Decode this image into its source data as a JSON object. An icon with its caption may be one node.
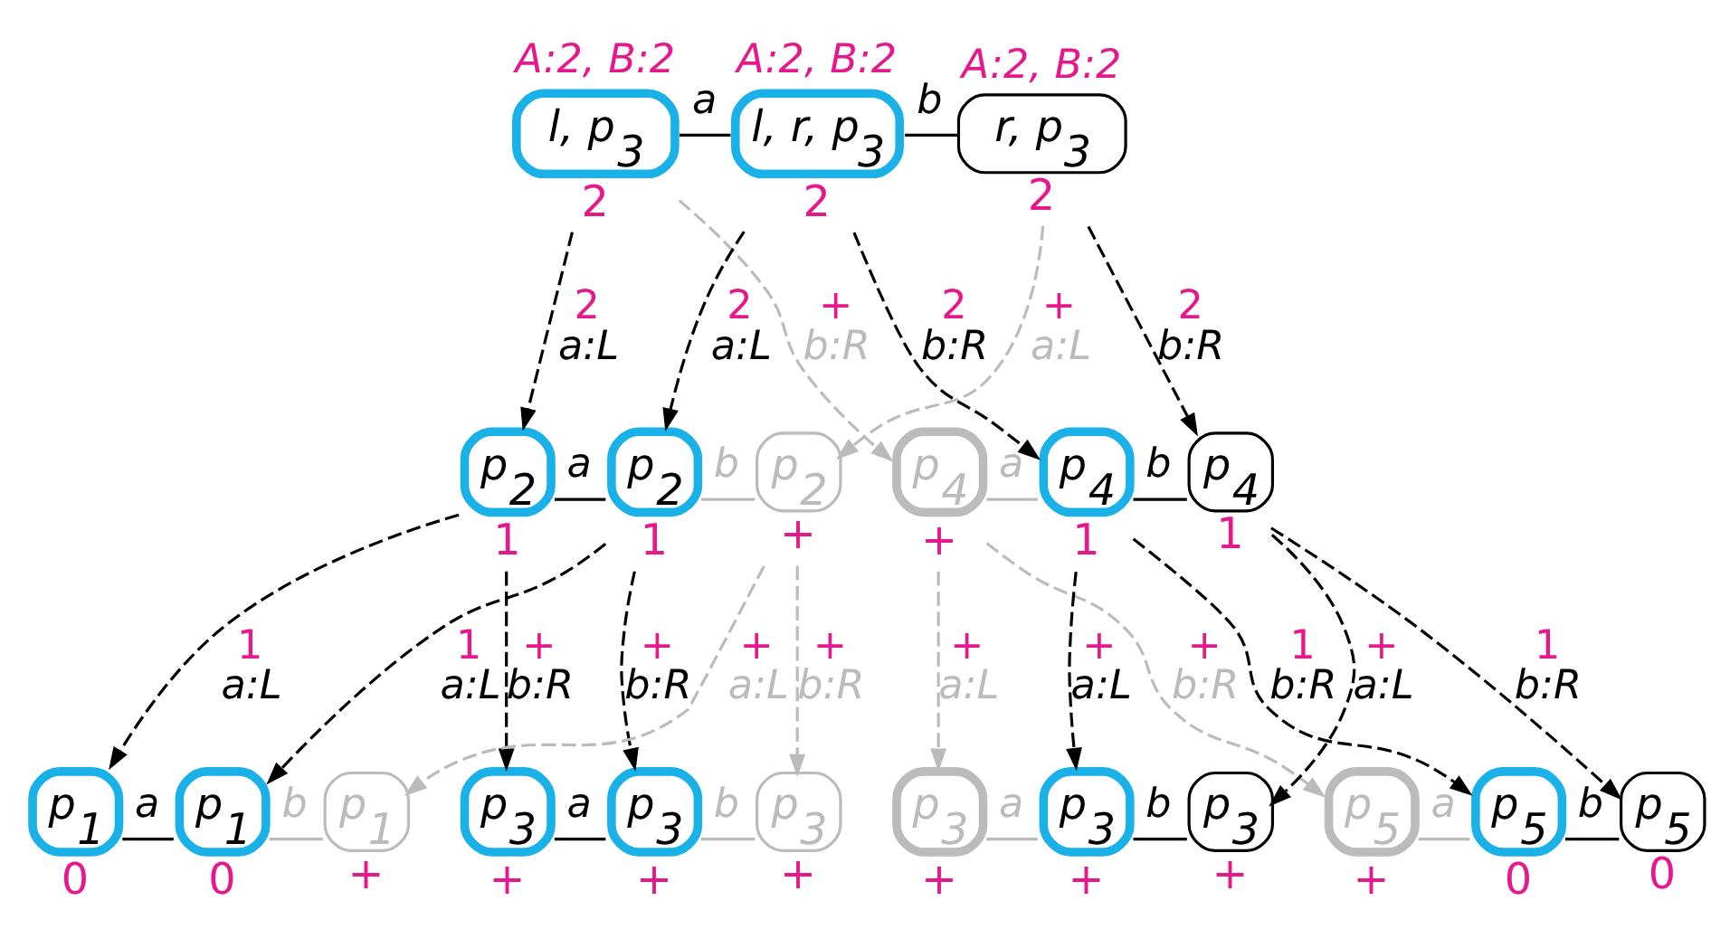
{
  "diagram": {
    "nodes": [
      {
        "text": [
          "l, p$_{3}$"
        ],
        "beside": [
          "A:2, B:2",
          "2"
        ]
      },
      {
        "text": [
          "l, r, p$_{3}$"
        ],
        "beside": [
          "A:2, B:2",
          "2"
        ]
      },
      {
        "text": [
          "r, p$_{3}$"
        ],
        "beside": [
          "A:2, B:2",
          "2"
        ]
      },
      {
        "text": [
          "p$_{2}$"
        ],
        "beside": [
          "1"
        ]
      },
      {
        "text": [
          "p$_{2}$"
        ],
        "beside": [
          "1"
        ]
      },
      {
        "text": [
          "p$_{2}$"
        ],
        "beside": [
          "+"
        ]
      },
      {
        "text": [
          "p$_{4}$"
        ],
        "beside": [
          "+"
        ]
      },
      {
        "text": [
          "p$_{4}$"
        ],
        "beside": [
          "1"
        ]
      },
      {
        "text": [
          "p$_{4}$"
        ],
        "beside": [
          "1"
        ]
      },
      {
        "text": [
          "p$_{1}$"
        ],
        "beside": [
          "0"
        ]
      },
      {
        "text": [
          "p$_{1}$"
        ],
        "beside": [
          "0"
        ]
      },
      {
        "text": [
          "p$_{1}$"
        ],
        "beside": [
          "+"
        ]
      },
      {
        "text": [
          "p$_{3}$"
        ],
        "beside": [
          "+"
        ]
      },
      {
        "text": [
          "p$_{3}$"
        ],
        "beside": [
          "+"
        ]
      },
      {
        "text": [
          "p$_{3}$"
        ],
        "beside": [
          "+"
        ]
      },
      {
        "text": [
          "p$_{3}$"
        ],
        "beside": [
          "+"
        ]
      },
      {
        "text": [
          "p$_{3}$"
        ],
        "beside": [
          "+"
        ]
      },
      {
        "text": [
          "p$_{3}$"
        ],
        "beside": [
          "+"
        ]
      },
      {
        "text": [
          "p$_{5}$"
        ],
        "beside": [
          "+"
        ]
      },
      {
        "text": [
          "p$_{5}$"
        ],
        "beside": [
          "0"
        ]
      },
      {
        "text": [
          "p$_{5}$"
        ],
        "beside": [
          "0"
        ]
      }
    ],
    "edges": [
      {
        "from": 0,
        "to": 1,
        "arrow": "none",
        "label": "a"
      },
      {
        "from": 1,
        "to": 2,
        "arrow": "none",
        "label": "b"
      },
      {
        "from": 0,
        "to": 3,
        "arrow": "to",
        "label": "2 a:L",
        "style": "dashed"
      },
      {
        "from": 1,
        "to": 4,
        "arrow": "to",
        "label": "2 a:L",
        "style": "dashed"
      },
      {
        "from": 2,
        "to": 5,
        "arrow": "to",
        "label": "+ a:L",
        "style": "dashed",
        "color": "#bbbbbb"
      },
      {
        "from": 0,
        "to": 6,
        "arrow": "to",
        "label": "+ b:R",
        "style": "dashed",
        "color": "#bbbbbb"
      },
      {
        "from": 1,
        "to": 7,
        "arrow": "to",
        "label": "2 b:R",
        "style": "dashed"
      },
      {
        "from": 2,
        "to": 8,
        "arrow": "to",
        "label": "2 b:R",
        "style": "dashed"
      },
      {
        "from": 3,
        "to": 4,
        "arrow": "none",
        "label": "a"
      },
      {
        "from": 4,
        "to": 5,
        "arrow": "none",
        "label": "b",
        "color": "#bbbbbb"
      },
      {
        "from": 6,
        "to": 7,
        "arrow": "none",
        "label": "a",
        "color": "#bbbbbb"
      },
      {
        "from": 7,
        "to": 8,
        "arrow": "none",
        "label": "b"
      },
      {
        "from": 3,
        "to": 9,
        "arrow": "to",
        "label": "1 a:L",
        "style": "dashed"
      },
      {
        "from": 3,
        "to": 12,
        "arrow": "to",
        "label": "+ b:R",
        "style": "dashed"
      },
      {
        "from": 4,
        "to": 10,
        "arrow": "to",
        "label": "1 a:L",
        "style": "dashed"
      },
      {
        "from": 4,
        "to": 13,
        "arrow": "to",
        "label": "+ b:R",
        "style": "dashed"
      },
      {
        "from": 5,
        "to": 11,
        "arrow": "to",
        "label": "+ a:L",
        "style": "dashed",
        "color": "#bbbbbb"
      },
      {
        "from": 5,
        "to": 14,
        "arrow": "to",
        "label": "+ b:R",
        "style": "dashed",
        "color": "#bbbbbb"
      },
      {
        "from": 6,
        "to": 15,
        "arrow": "to",
        "label": "+ a:L",
        "style": "dashed",
        "color": "#bbbbbb"
      },
      {
        "from": 6,
        "to": 18,
        "arrow": "to",
        "label": "+ b:R",
        "style": "dashed",
        "color": "#bbbbbb"
      },
      {
        "from": 7,
        "to": 16,
        "arrow": "to",
        "label": "+ a:L",
        "style": "dashed"
      },
      {
        "from": 7,
        "to": 19,
        "arrow": "to",
        "label": "1 b:R",
        "style": "dashed"
      },
      {
        "from": 8,
        "to": 17,
        "arrow": "to",
        "label": "+ a:L",
        "style": "dashed"
      },
      {
        "from": 8,
        "to": 20,
        "arrow": "to",
        "label": "1 b:R",
        "style": "dashed"
      },
      {
        "from": 9,
        "to": 10,
        "arrow": "none",
        "label": "a"
      },
      {
        "from": 10,
        "to": 11,
        "arrow": "none",
        "label": "b",
        "color": "#bbbbbb"
      },
      {
        "from": 12,
        "to": 13,
        "arrow": "none",
        "label": "a"
      },
      {
        "from": 13,
        "to": 14,
        "arrow": "none",
        "label": "b",
        "color": "#bbbbbb"
      },
      {
        "from": 15,
        "to": 16,
        "arrow": "none",
        "label": "a",
        "color": "#bbbbbb"
      },
      {
        "from": 16,
        "to": 17,
        "arrow": "none",
        "label": "b"
      },
      {
        "from": 18,
        "to": 19,
        "arrow": "none",
        "label": "a",
        "color": "#bbbbbb"
      },
      {
        "from": 19,
        "to": 20,
        "arrow": "none",
        "label": "b"
      }
    ]
  }
}
